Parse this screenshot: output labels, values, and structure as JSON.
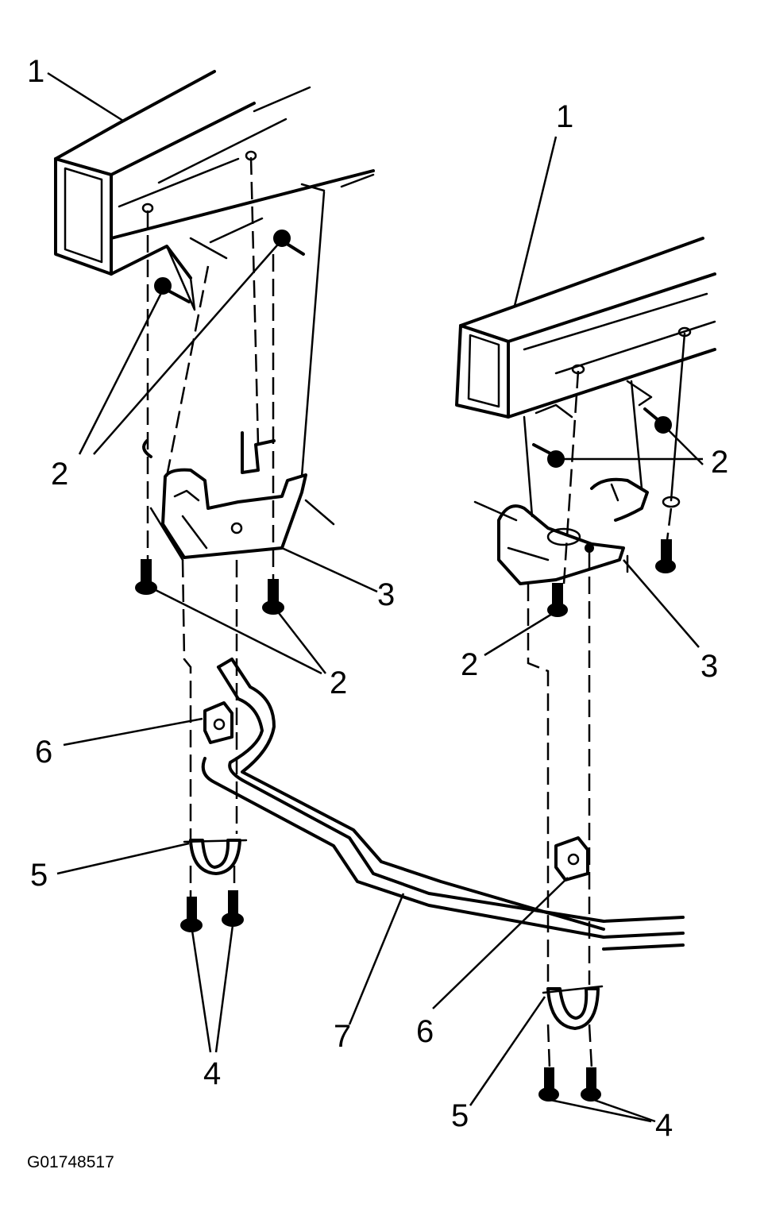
{
  "figure_id": "G01748517",
  "callouts": {
    "frame_left": "1",
    "frame_right": "1",
    "bolt_upper_left": "2",
    "bolt_lower_left": "2",
    "bolt_upper_right": "2",
    "bolt_lower_right": "2",
    "bracket_left": "3",
    "bracket_right": "3",
    "clamp_bolts_left": "4",
    "clamp_bolts_right": "4",
    "clamp_left": "5",
    "clamp_right": "5",
    "insulator_left": "6",
    "insulator_right": "6",
    "stabilizer_shaft": "7"
  }
}
